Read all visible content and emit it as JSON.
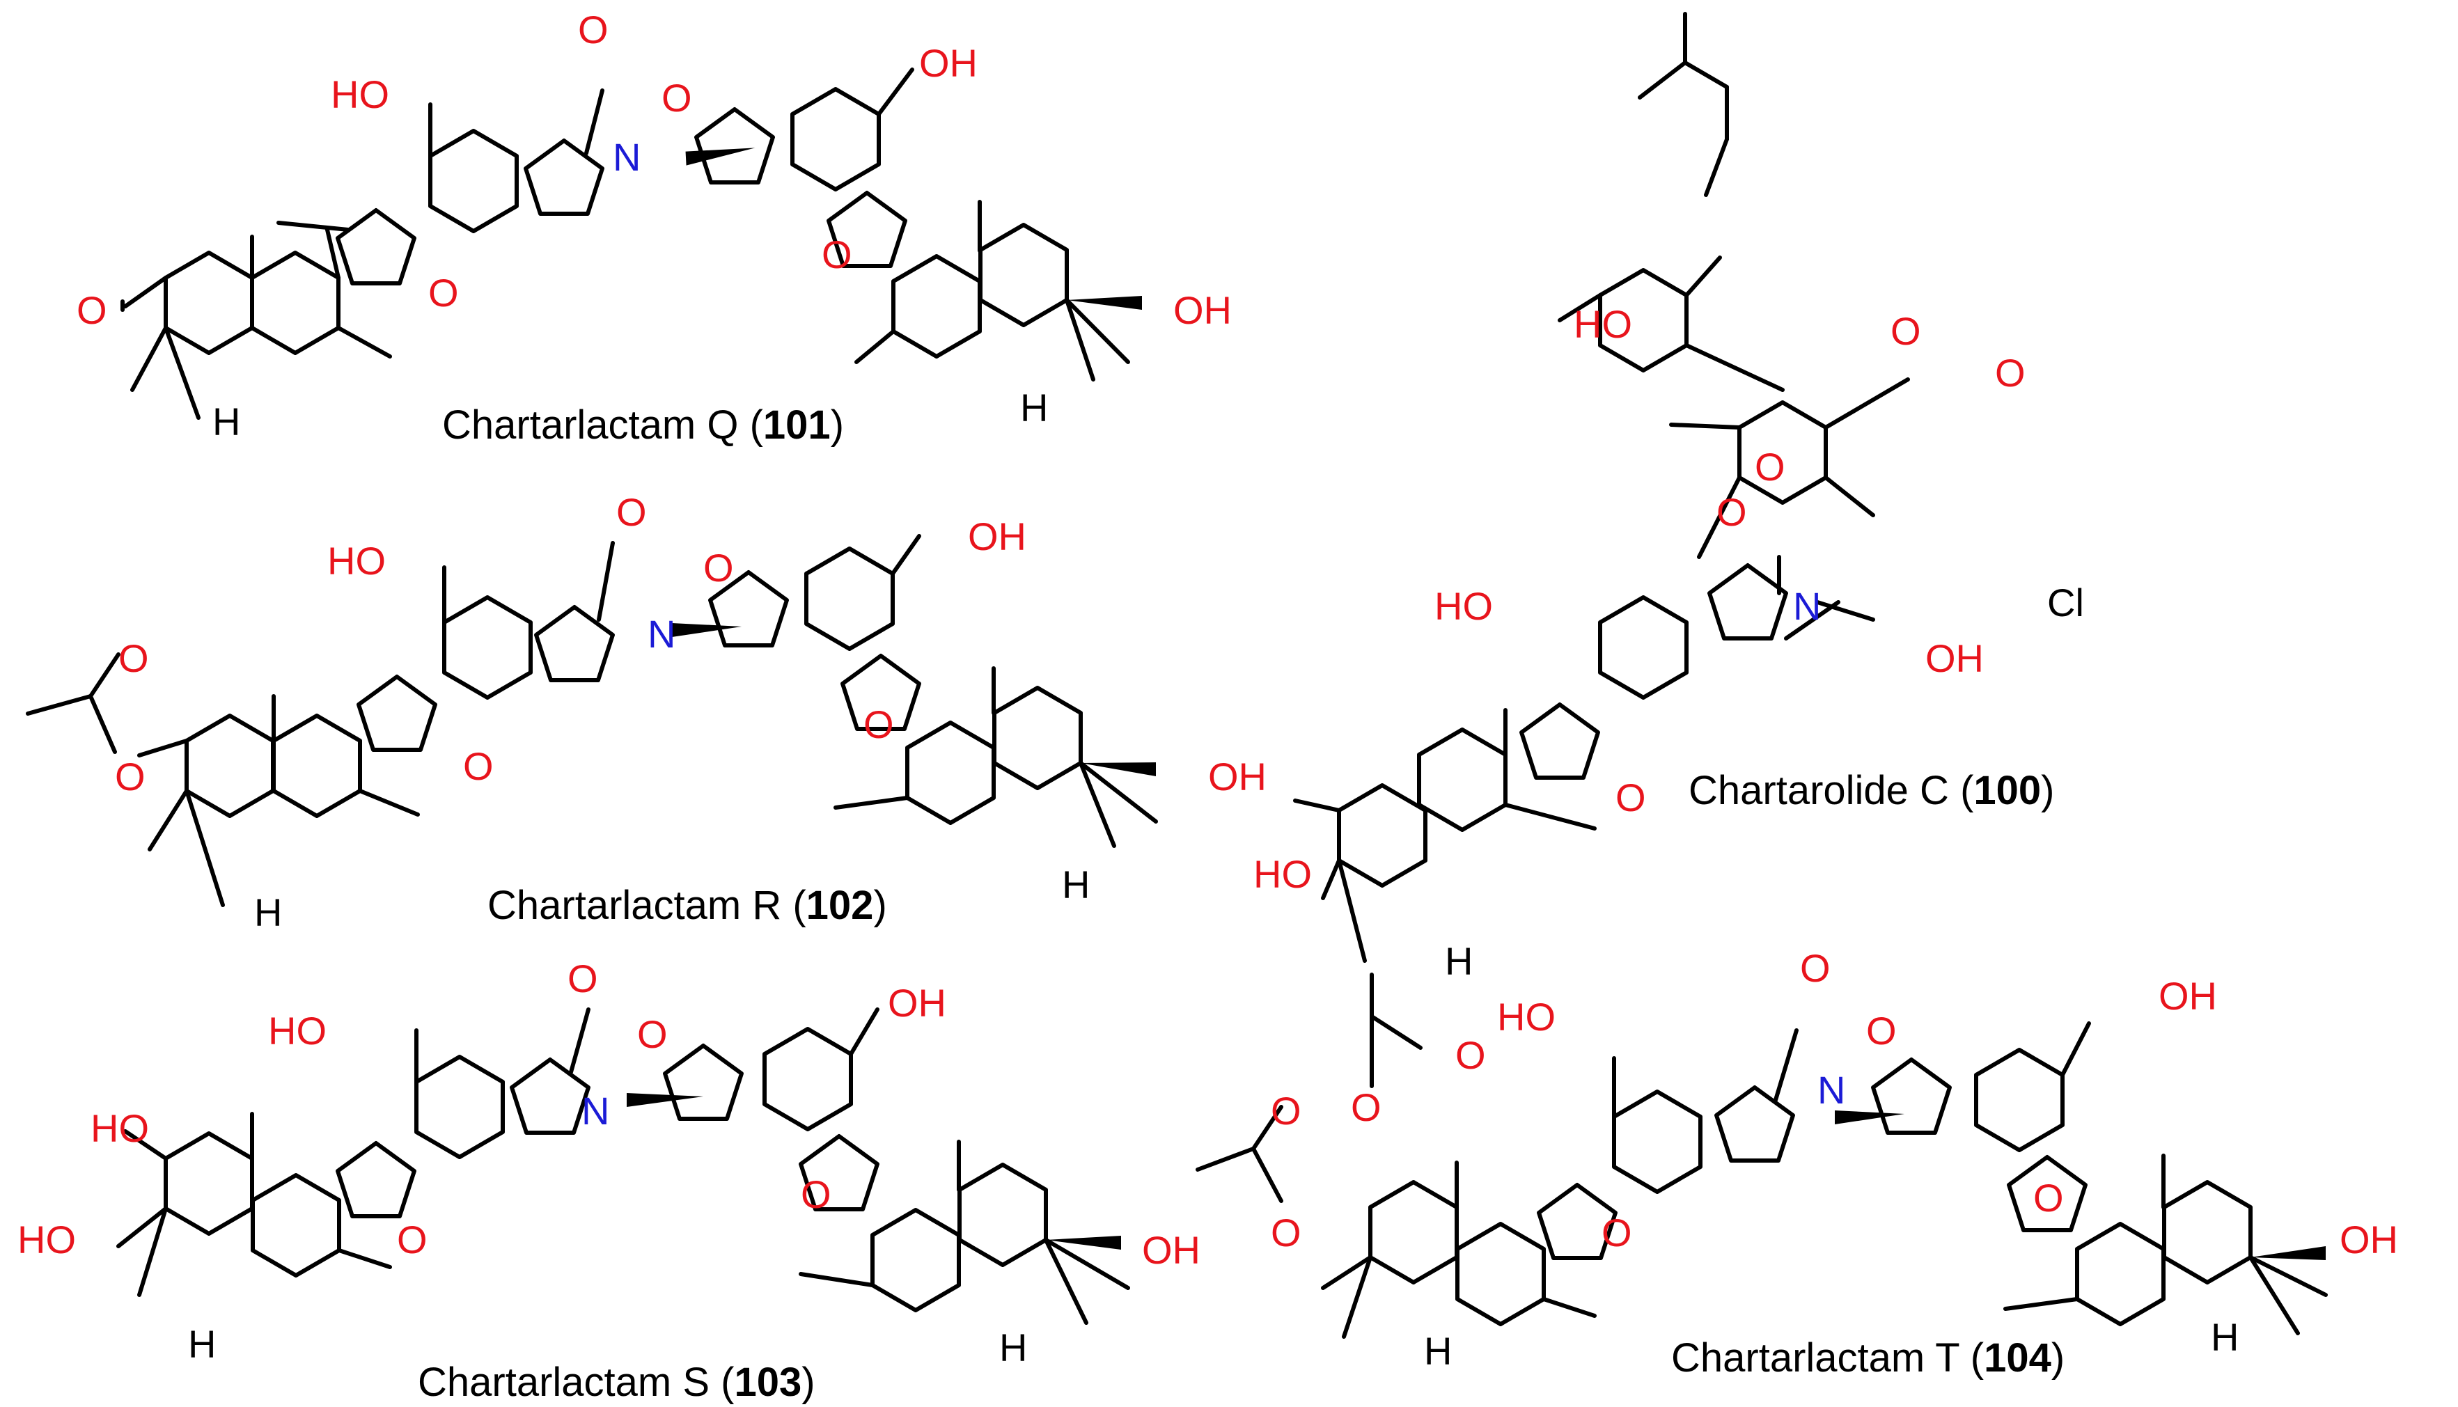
{
  "colors": {
    "oxygen": "#e8141c",
    "nitrogen": "#1b1bd6",
    "carbon_bond": "#000000",
    "chlorine": "#000000"
  },
  "atom_labels": {
    "O": "O",
    "N": "N",
    "H": "H",
    "OH": "OH",
    "HO": "HO",
    "Cl": "Cl"
  },
  "compounds": [
    {
      "name": "Chartarlactam Q",
      "number": "101"
    },
    {
      "name": "Chartarolide C",
      "number": "100"
    },
    {
      "name": "Chartarlactam R",
      "number": "102"
    },
    {
      "name": "Chartarlactam S",
      "number": "103"
    },
    {
      "name": "Chartarlactam T",
      "number": "104"
    }
  ]
}
